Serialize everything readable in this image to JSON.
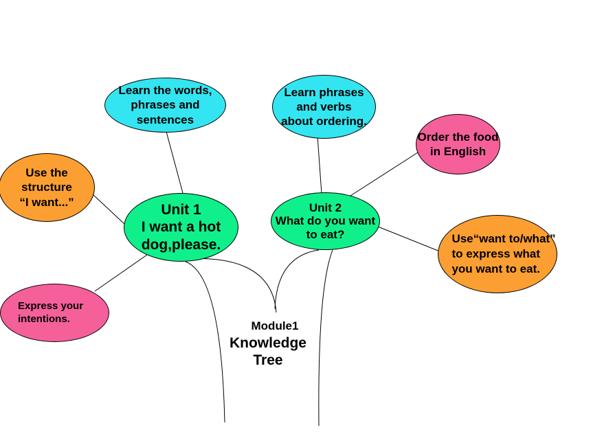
{
  "colors": {
    "cyan": "#33e5f0",
    "green": "#10f08a",
    "orange": "#fb9f32",
    "pink": "#f5609a",
    "line": "#000000"
  },
  "center": {
    "module": "Module1",
    "title": "Knowledge\nTree"
  },
  "unit1": {
    "label": "Unit 1\nI want a hot\n dog,please."
  },
  "unit2": {
    "label": "Unit 2\nWhat do you want\nto eat?"
  },
  "leaves": {
    "learn_words": "Learn the words,\nphrases and\nsentences",
    "learn_phrases": "Learn phrases\nand verbs\nabout ordering.",
    "order_food": "Order the food\nin English",
    "use_structure": "Use the structure\n“I want...”",
    "express_intentions": "Express your\nintentions.",
    "use_want_to": "Use“want to/what”\nto express what\nyou want to eat."
  }
}
